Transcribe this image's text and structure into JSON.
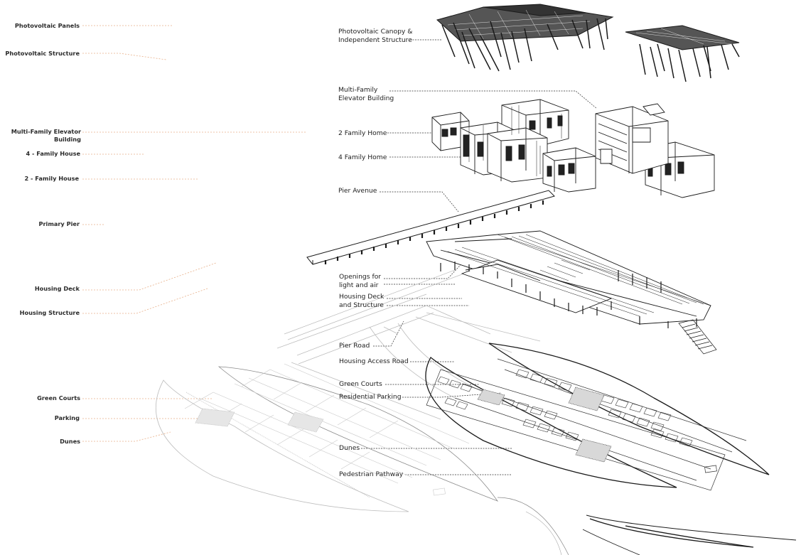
{
  "left_labels": [
    {
      "text": "Photovoltaic Panels"
    },
    {
      "text": "Photovoltaic Structure"
    },
    {
      "line1": "Multi-Family Elevator",
      "line2": "Building"
    },
    {
      "text": "4 - Family House"
    },
    {
      "text": "2 - Family House"
    },
    {
      "text": "Primary Pier"
    },
    {
      "text": "Housing Deck"
    },
    {
      "text": "Housing Structure"
    },
    {
      "text": "Green Courts"
    },
    {
      "text": "Parking"
    },
    {
      "text": "Dunes"
    }
  ],
  "right_labels": [
    {
      "line1": "Photovoltaic Canopy &",
      "line2": "Independent Structure"
    },
    {
      "line1": "Multi-Family",
      "line2": "Elevator Building"
    },
    {
      "text": "2 Family Home"
    },
    {
      "text": "4 Family Home"
    },
    {
      "text": "Pier Avenue"
    },
    {
      "line1": "Openings for",
      "line2": "light and air"
    },
    {
      "line1": "Housing Deck",
      "line2": "and Structure"
    },
    {
      "text": "Pier Road"
    },
    {
      "text": "Housing Access Road"
    },
    {
      "text": "Green Courts"
    },
    {
      "text": "Residential Parking"
    },
    {
      "text": "Dunes"
    },
    {
      "text": "Pedestrian Pathway"
    }
  ],
  "colors": {
    "ink": "#1a1a1a",
    "ghost": "#b8b8b8",
    "leader_left": "#e8b08a",
    "leader_right": "#333333"
  }
}
